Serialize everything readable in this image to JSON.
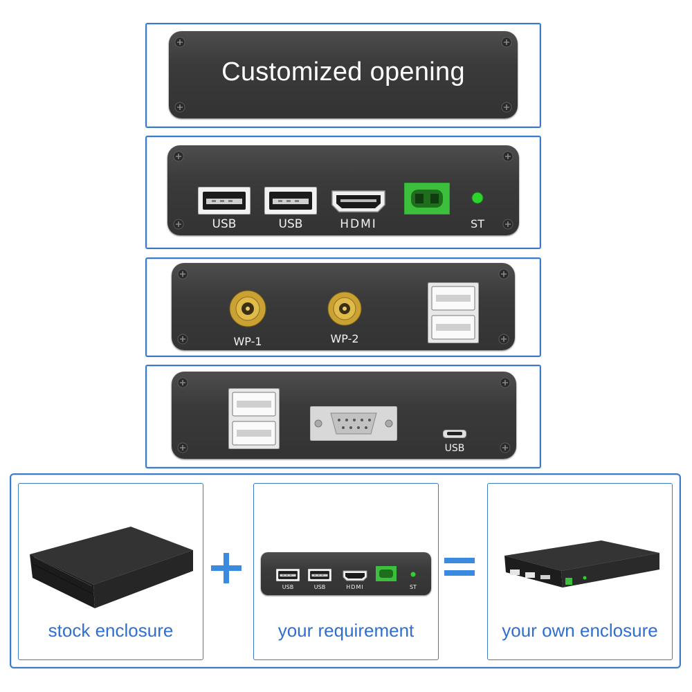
{
  "panels": {
    "custom": {
      "title": "Customized opening"
    },
    "front": {
      "labels": [
        "USB",
        "USB",
        "HDMI",
        "ST"
      ]
    },
    "antenna": {
      "labels": [
        "WP-1",
        "WP-2"
      ]
    },
    "rear": {
      "labels": [
        "USB"
      ]
    }
  },
  "equation": {
    "stock": "stock enclosure",
    "requirement": "your requirement",
    "result": "your own enclosure",
    "plus": "+",
    "equals": "=",
    "mini_labels": [
      "USB",
      "USB",
      "HDMI",
      "ST"
    ]
  },
  "colors": {
    "frame": "#3b7ac9",
    "caption": "#2f6fd0",
    "operator": "#3a8be0",
    "terminal": "#3cbf3c",
    "led": "#2fd12f",
    "gold": "#c9a233"
  }
}
